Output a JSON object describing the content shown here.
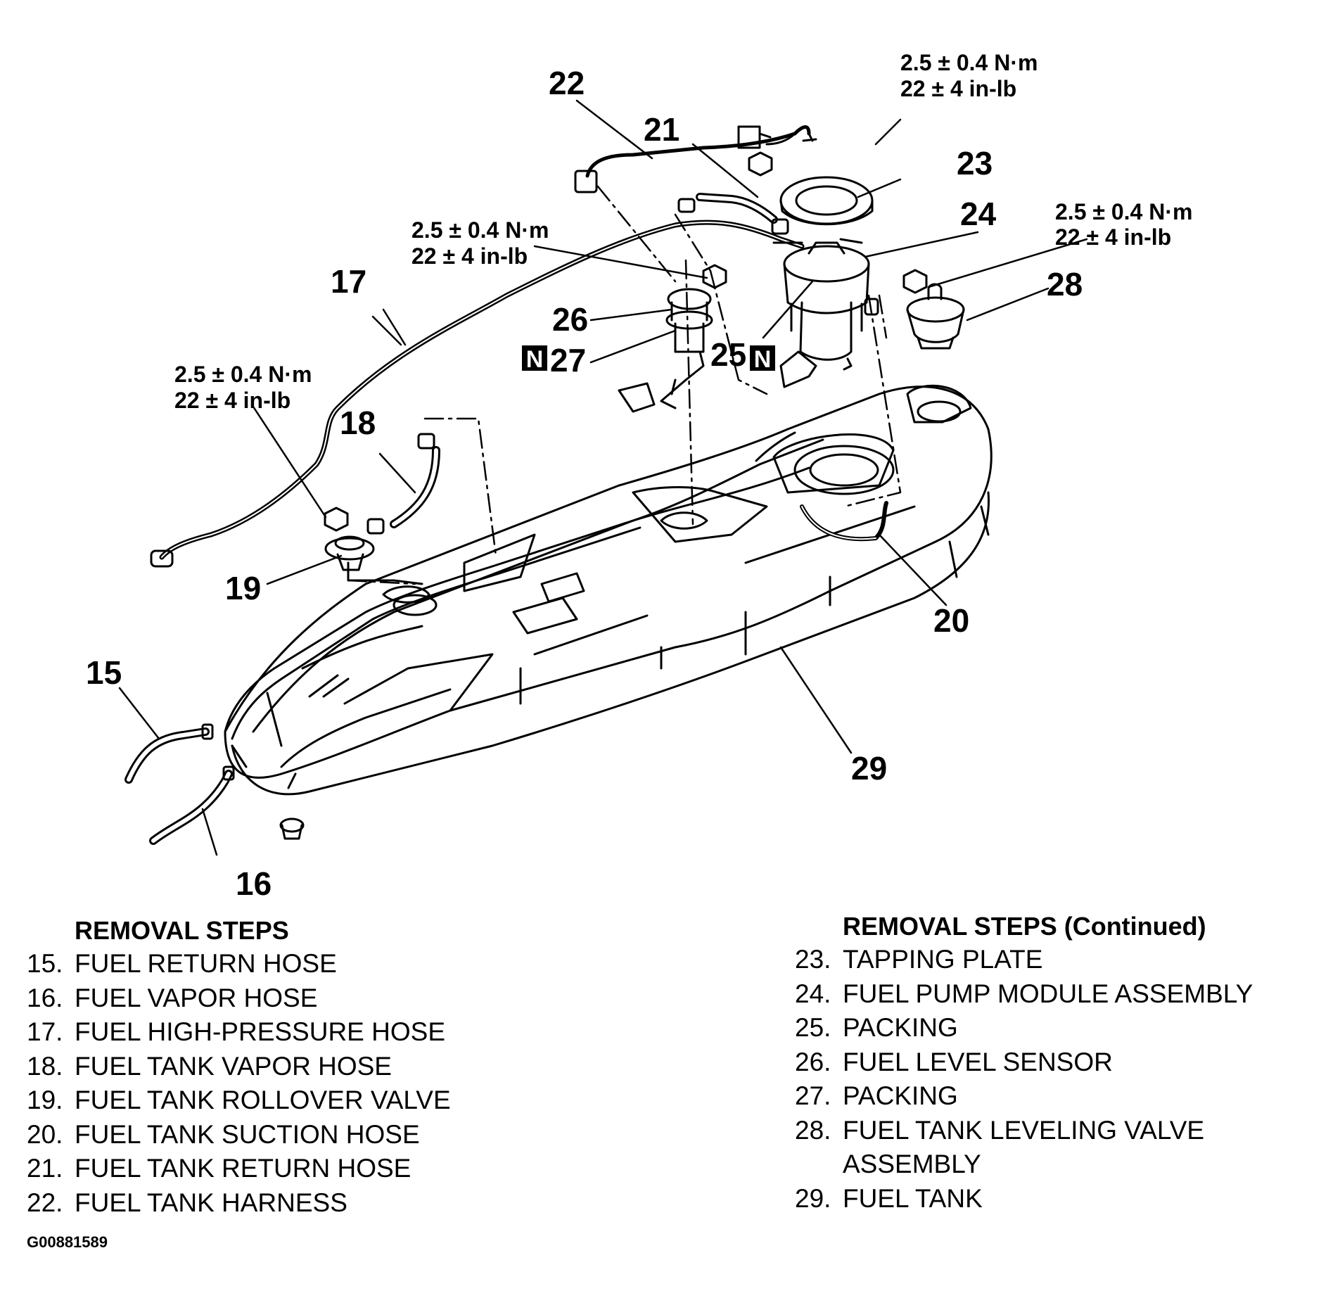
{
  "callouts": {
    "c15": "15",
    "c16": "16",
    "c17": "17",
    "c18": "18",
    "c19": "19",
    "c20": "20",
    "c21": "21",
    "c22": "22",
    "c23": "23",
    "c24": "24",
    "c25": "25",
    "c26": "26",
    "c27": "27",
    "c28": "28",
    "c29": "29",
    "new_part_mark": "N"
  },
  "torque_specs": {
    "metric": "2.5 ± 0.4 N·m",
    "imperial": "22 ± 4 in-lb"
  },
  "removal_steps": {
    "heading": "REMOVAL STEPS",
    "items": [
      {
        "num": "15.",
        "text": "FUEL RETURN HOSE"
      },
      {
        "num": "16.",
        "text": "FUEL VAPOR HOSE"
      },
      {
        "num": "17.",
        "text": "FUEL HIGH-PRESSURE HOSE"
      },
      {
        "num": "18.",
        "text": "FUEL TANK VAPOR HOSE"
      },
      {
        "num": "19.",
        "text": "FUEL TANK ROLLOVER VALVE"
      },
      {
        "num": "20.",
        "text": "FUEL TANK SUCTION HOSE"
      },
      {
        "num": "21.",
        "text": "FUEL TANK RETURN HOSE"
      },
      {
        "num": "22.",
        "text": "FUEL TANK HARNESS"
      }
    ]
  },
  "removal_steps_continued": {
    "heading": "REMOVAL STEPS (Continued)",
    "items": [
      {
        "num": "23.",
        "text": "TAPPING PLATE"
      },
      {
        "num": "24.",
        "text": "FUEL PUMP MODULE ASSEMBLY"
      },
      {
        "num": "25.",
        "text": "PACKING"
      },
      {
        "num": "26.",
        "text": "FUEL LEVEL SENSOR"
      },
      {
        "num": "27.",
        "text": "PACKING"
      },
      {
        "num": "28.",
        "text": "FUEL TANK LEVELING VALVE",
        "continued": "ASSEMBLY"
      },
      {
        "num": "29.",
        "text": "FUEL TANK"
      }
    ]
  },
  "figure_id": "G00881589"
}
